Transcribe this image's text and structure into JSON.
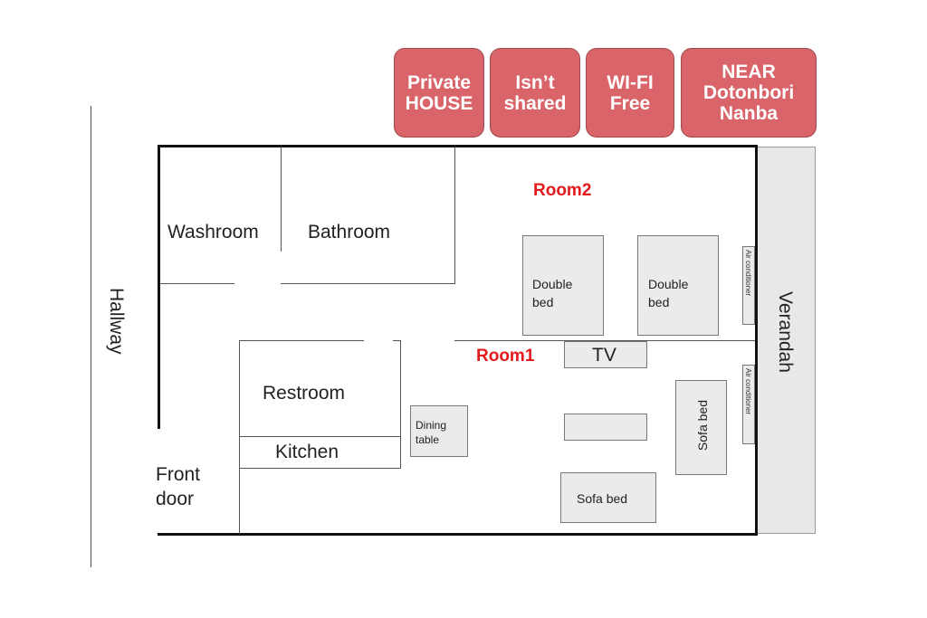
{
  "badges": [
    {
      "lines": [
        "Private",
        "HOUSE"
      ]
    },
    {
      "lines": [
        "Isn’t",
        "shared"
      ]
    },
    {
      "lines": [
        "WI-FI",
        "Free"
      ]
    },
    {
      "lines": [
        "NEAR",
        "Dotonbori",
        "Nanba"
      ]
    }
  ],
  "labels": {
    "hallway": "Hallway",
    "washroom": "Washroom",
    "bathroom": "Bathroom",
    "room2": "Room2",
    "room1": "Room1",
    "restroom": "Restroom",
    "kitchen": "Kitchen",
    "front_door": [
      "Front",
      "door"
    ],
    "verandah": "Verandah",
    "double_bed": [
      "Double",
      "bed"
    ],
    "tv": "TV",
    "dining_table": [
      "Dining",
      "table"
    ],
    "sofa_bed": "Sofa bed",
    "air_conditioner": "Air conditioner"
  },
  "colors": {
    "badge": "#d9646a",
    "room_label": "#e31a1c",
    "furniture": "#ebebeb"
  }
}
